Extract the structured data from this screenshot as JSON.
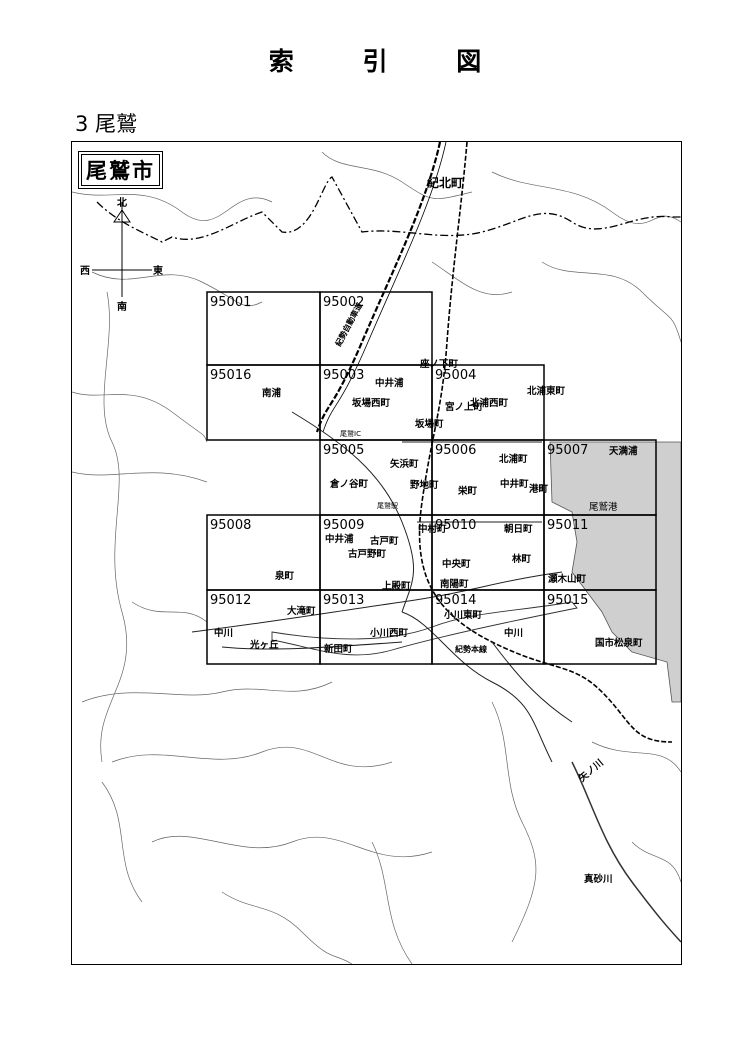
{
  "page": {
    "title": "索 引 図",
    "section": "3 尾鷲"
  },
  "map": {
    "city": "尾鷲市",
    "neighbor_town": "紀北町",
    "compass": {
      "north": "北",
      "south": "南",
      "east": "東",
      "west": "西"
    },
    "sheets": [
      "95001",
      "95002",
      "95016",
      "95003",
      "95004",
      "95005",
      "95006",
      "95007",
      "95008",
      "95009",
      "95010",
      "95011",
      "95012",
      "95013",
      "95014",
      "95015"
    ],
    "places": {
      "nanpo": "南浦",
      "nakairaura": "中井浦",
      "sakabanishi": "坂場西町",
      "kitauranishi": "北浦西町",
      "kitaurahigashi": "北浦東町",
      "miyanoue": "宮ノ上町",
      "sakaba": "坂場町",
      "zanokoshita": "座ノ下町",
      "owase_ic": "尾鷲IC",
      "kitaura": "北浦町",
      "amamitsu": "天満浦",
      "yahiro": "矢浜町",
      "kuranotani": "倉ノ谷町",
      "nochi": "野地町",
      "sakae": "栄町",
      "nakai": "中井町",
      "minato": "港町",
      "owase_station": "尾鷲駅",
      "owase_port": "尾鷲港",
      "nakairaura2": "中井浦",
      "furuto": "古戸町",
      "furutono": "古戸野町",
      "nakamura": "中村町",
      "asahi": "朝日町",
      "hayashi": "林町",
      "chuo": "中央町",
      "minamiura": "南陽町",
      "izumi": "泉町",
      "kamidono": "上殿町",
      "sezukiyama": "瀬木山町",
      "otaki": "大滝町",
      "nakagawa_w": "中川",
      "kogaoka": "光ヶ丘",
      "kogawanishi": "小川西町",
      "kogawahigashi": "小川東町",
      "nakagawa": "中川",
      "shinden": "新田町",
      "kokuichi": "国市松泉町",
      "yanokawa": "矢ノ川",
      "masagogawa": "真砂川"
    },
    "rail": "紀勢本線",
    "expressway": "紀勢自動車道"
  }
}
